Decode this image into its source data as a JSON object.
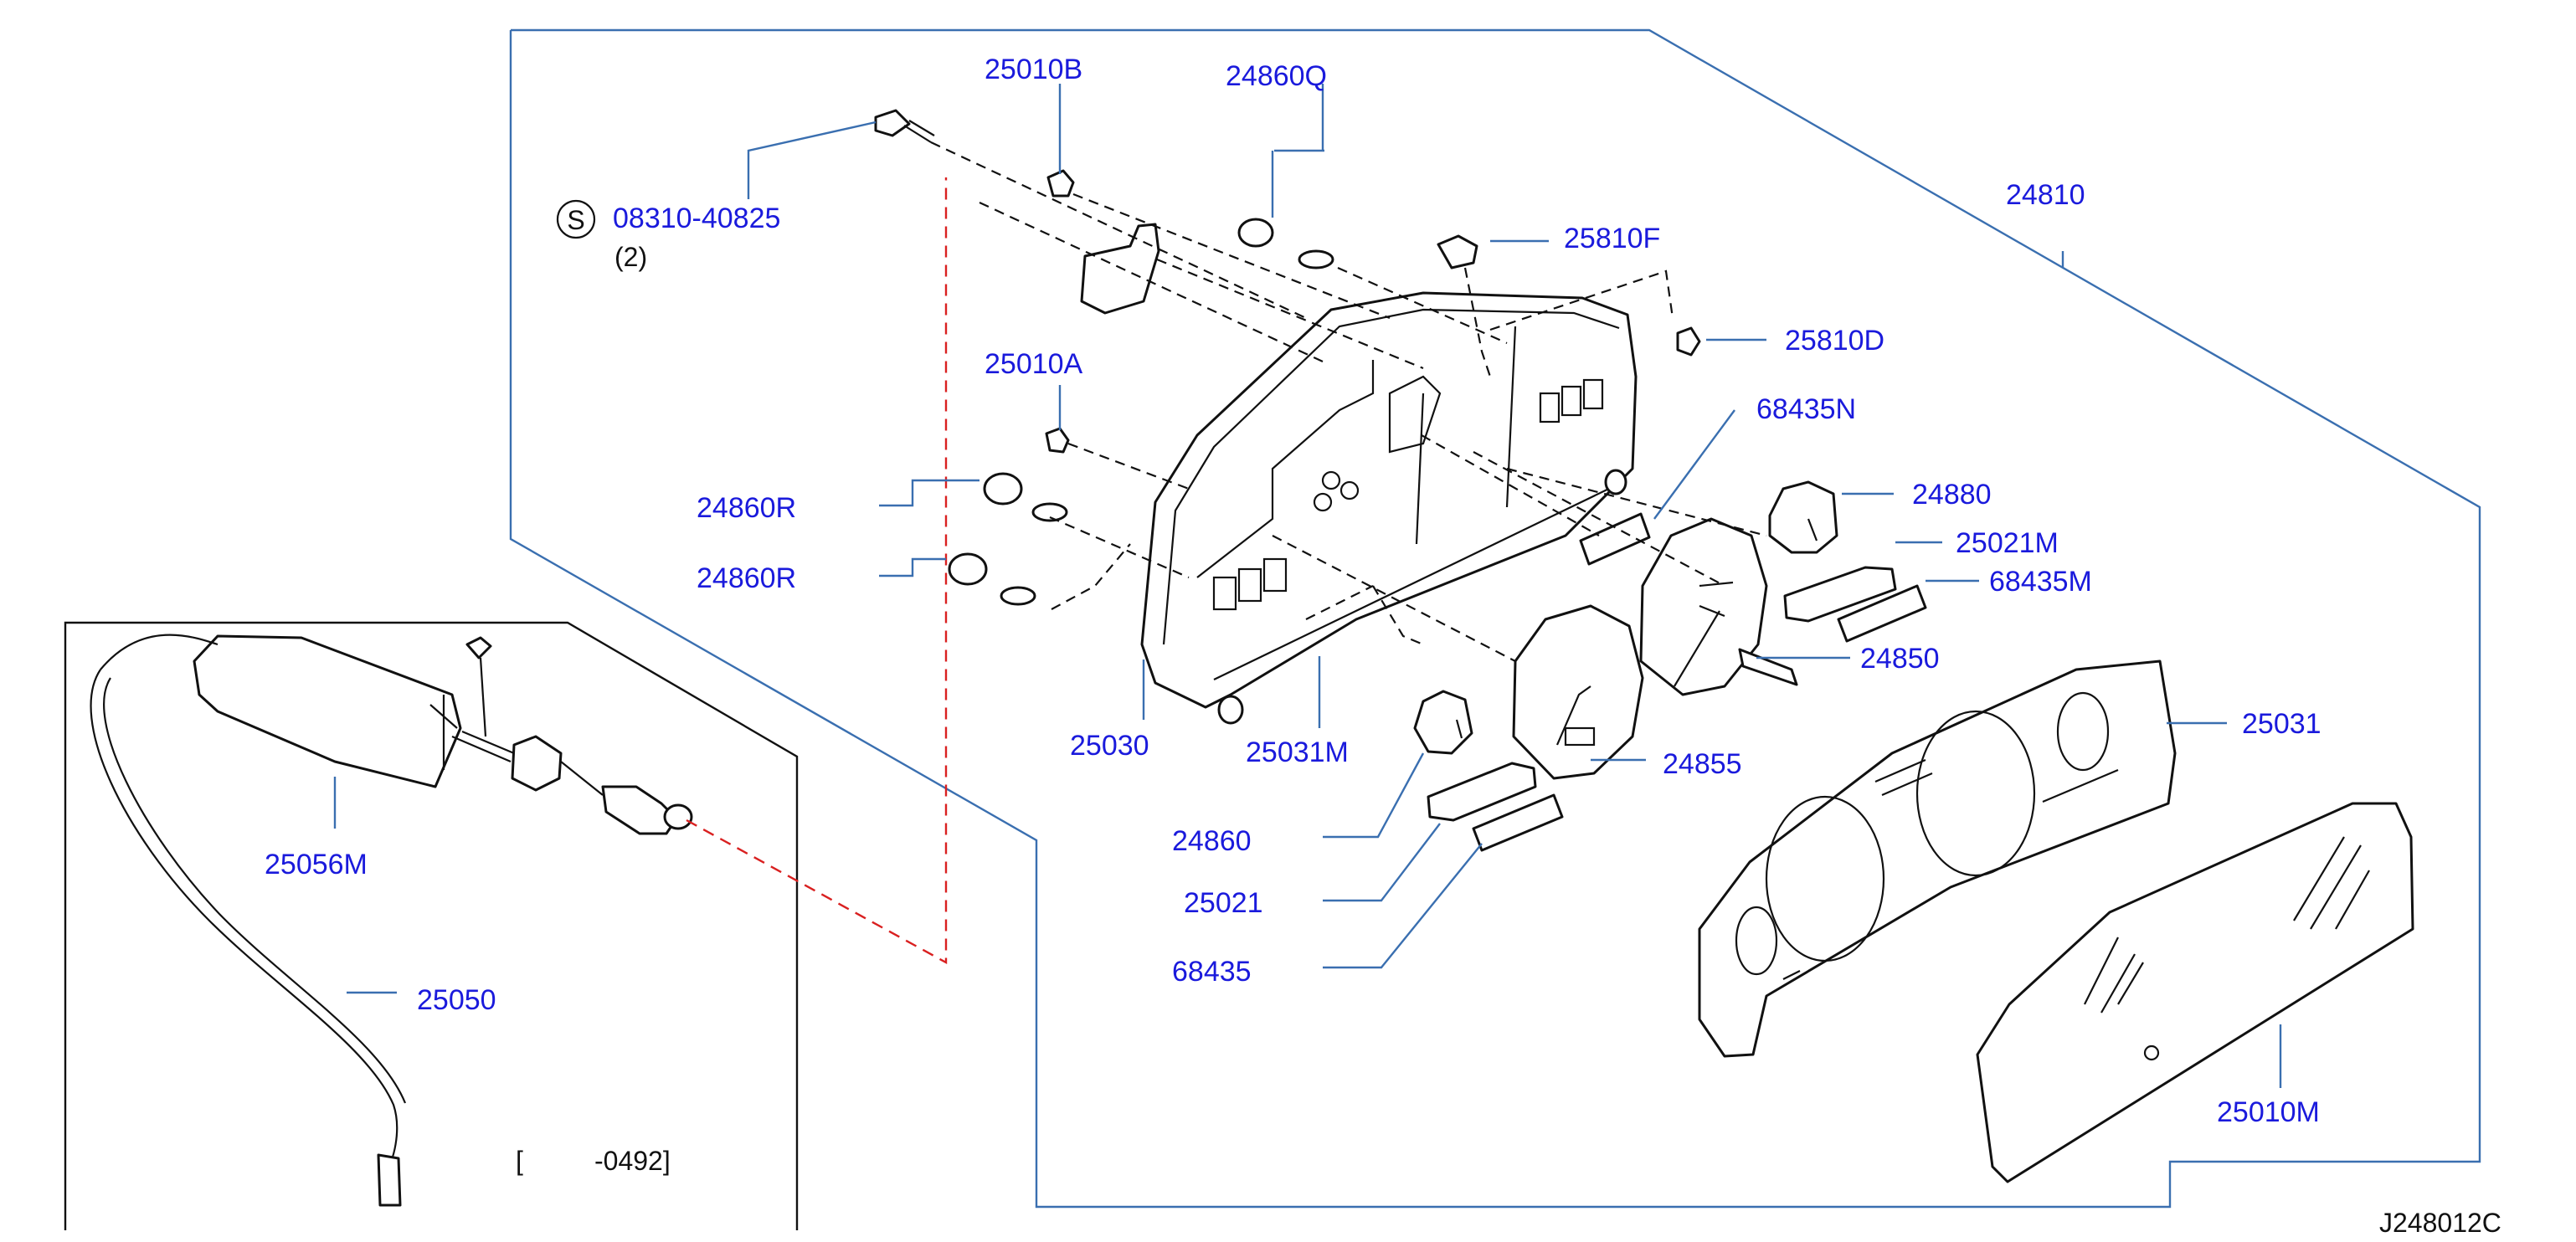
{
  "colors": {
    "label": "#1a1adc",
    "leader": "#3a6fb0",
    "ink": "#111111",
    "dashed_link": "#d92020"
  },
  "screw_symbol": "S",
  "labels": {
    "p25010B": "25010B",
    "p24860Q": "24860Q",
    "p08310": "08310-40825",
    "qty": "(2)",
    "p25810F": "25810F",
    "p24810": "24810",
    "p25810D": "25810D",
    "p25010A": "25010A",
    "p68435N": "68435N",
    "p24860R_a": "24860R",
    "p24860R_b": "24860R",
    "p24880": "24880",
    "p25021M": "25021M",
    "p68435M": "68435M",
    "p24850": "24850",
    "p25030": "25030",
    "p25031M": "25031M",
    "p24855": "24855",
    "p25031": "25031",
    "p25056M": "25056M",
    "p24860": "24860",
    "p25021": "25021",
    "p68435": "68435",
    "p25050": "25050",
    "p25010M": "25010M",
    "date_range_open": "[",
    "date_range_end": "-0492]",
    "diagram_id": "J248012C"
  }
}
